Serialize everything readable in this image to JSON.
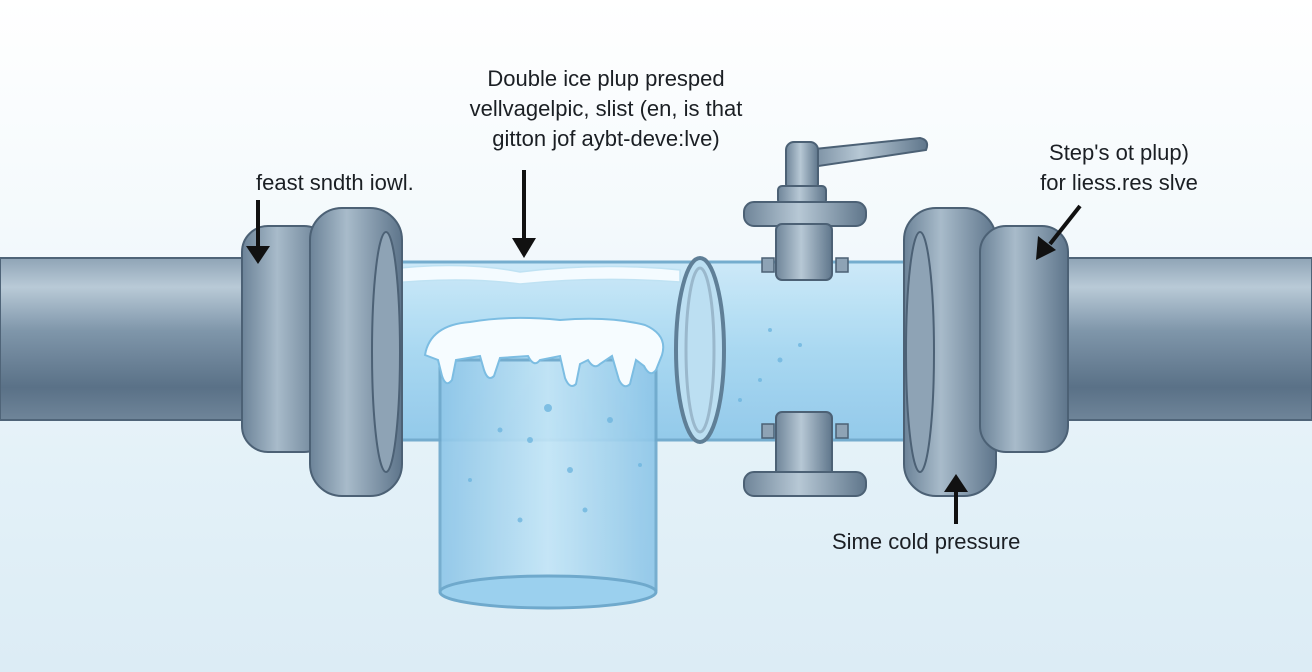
{
  "labels": {
    "top": [
      "Double ice plup presped",
      "vellvagelpic, slist (en, is that",
      "gitton jof aybt-deve:lve)"
    ],
    "left": [
      "feast sndth iowl."
    ],
    "right": [
      "Step's ot plup)",
      "for liess.res slve"
    ],
    "bottom": [
      "Sime cold pressure"
    ]
  },
  "colors": {
    "pipe_dark": "#5d7388",
    "pipe_light": "#a9bccb",
    "water": "#9fd3ef",
    "ice": "#f4fbff",
    "arrow": "#111111"
  }
}
